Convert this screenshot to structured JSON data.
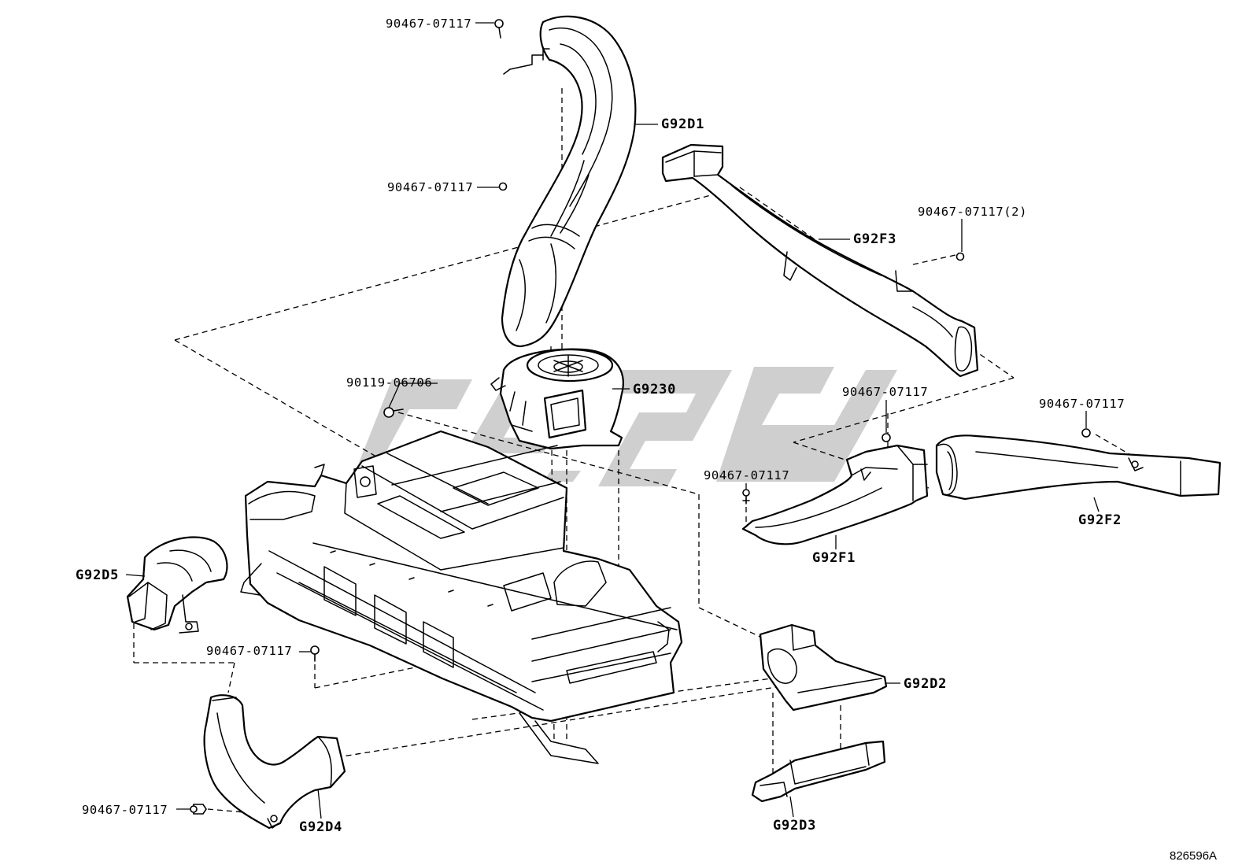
{
  "diagram": {
    "reference_code": "826596A",
    "part_labels": {
      "g92d1": "G92D1",
      "g92f3": "G92F3",
      "g9230": "G9230",
      "g92f1": "G92F1",
      "g92f2": "G92F2",
      "g92d2": "G92D2",
      "g92d3": "G92D3",
      "g92d4": "G92D4",
      "g92d5": "G92D5"
    },
    "fastener_labels": {
      "top_clip": "90467-07117",
      "duct_clip": "90467-07117",
      "f3_clip": "90467-07117(2)",
      "bolt": "90119-06706",
      "f1_top_clip": "90467-07117",
      "f2_clip": "90467-07117",
      "f1_clip": "90467-07117",
      "tray_clip": "90467-07117",
      "d4_clip": "90467-07117"
    }
  }
}
